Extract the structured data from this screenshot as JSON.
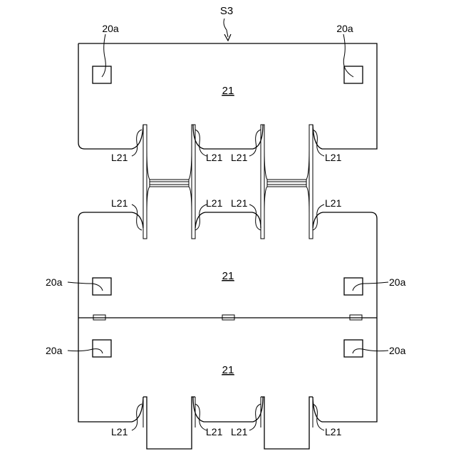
{
  "figure": {
    "sheet_label": "S3",
    "region_label": "21",
    "pad_label": "20a",
    "notch_label": "L21"
  }
}
